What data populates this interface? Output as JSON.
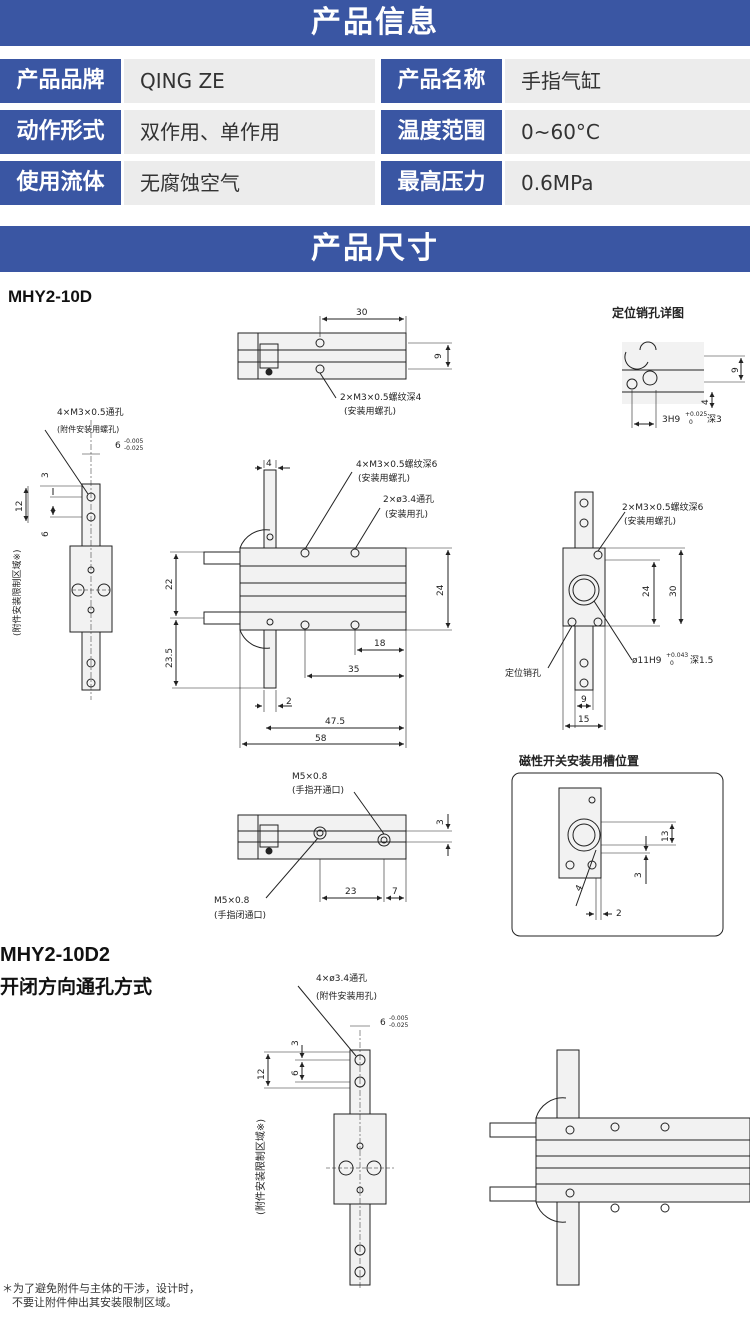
{
  "banner_info": "产品信息",
  "banner_size": "产品尺寸",
  "specs": [
    {
      "label": "产品品牌",
      "value": "QING ZE",
      "label2": "产品名称",
      "value2": "手指气缸"
    },
    {
      "label": "动作形式",
      "value": "双作用、单作用",
      "label2": "温度范围",
      "value2": "0~60°C"
    },
    {
      "label": "使用流体",
      "value": "无腐蚀空气",
      "label2": "最高压力",
      "value2": "0.6MPa"
    }
  ],
  "model1": "MHY2-10D",
  "model2": "MHY2-10D2",
  "model2_sub": "开闭方向通孔方式",
  "labels": {
    "pin_detail": "定位销孔详图",
    "magnet_slot": "磁性开关安装用槽位置",
    "m3_deep4": "2×M3×0.5螺纹深4",
    "install_screw": "(安装用螺孔)",
    "m3_thru": "4×M3×0.5通孔",
    "attach_screw": "(附件安装用螺孔)",
    "m3_deep6_4": "4×M3×0.5螺纹深6",
    "d34_2": "2×ø3.4通孔",
    "install_hole": "(安装用孔)",
    "m3_deep6_2": "2×M3×0.5螺纹深6",
    "pin_hole": "定位销孔",
    "bore": "ø11H9",
    "bore_tol": "+0.043",
    "bore_tol0": "0",
    "bore_deep": "深1.5",
    "pin_spec": "3H9",
    "pin_tol": "+0.025",
    "pin_tol0": "0",
    "pin_deep": "深3",
    "m5_open": "M5×0.8",
    "m5_open_desc": "(手指开通口)",
    "m5_close": "M5×0.8",
    "m5_close_desc": "(手指闭通口)",
    "d34_4": "4×ø3.4通孔",
    "attach_hole": "(附件安装用孔)",
    "restrict": "(附件安装限制区域※)",
    "restrict2": "(附件安装限制区域※)",
    "tol_6": "6",
    "tol_6a": "-0.005",
    "tol_6b": "-0.025"
  },
  "dims": {
    "d30": "30",
    "d9": "9",
    "d4": "4",
    "d3": "3",
    "d12": "12",
    "d6": "6",
    "d22": "22",
    "d24": "24",
    "d23_5": "23.5",
    "d18": "18",
    "d35": "35",
    "d2": "2",
    "d47_5": "47.5",
    "d58": "58",
    "d15": "15",
    "d13": "13",
    "d23": "23",
    "d7": "7",
    "d30b": "30",
    "d9b": "9"
  },
  "note": [
    "＊为了避免附件与主体的干涉，设计时，",
    "不要让附件伸出其安装限制区域。"
  ],
  "colors": {
    "banner": "#3a56a3",
    "cell": "#ececec",
    "body_fill": "#f2f2f2",
    "line": "#222222"
  }
}
